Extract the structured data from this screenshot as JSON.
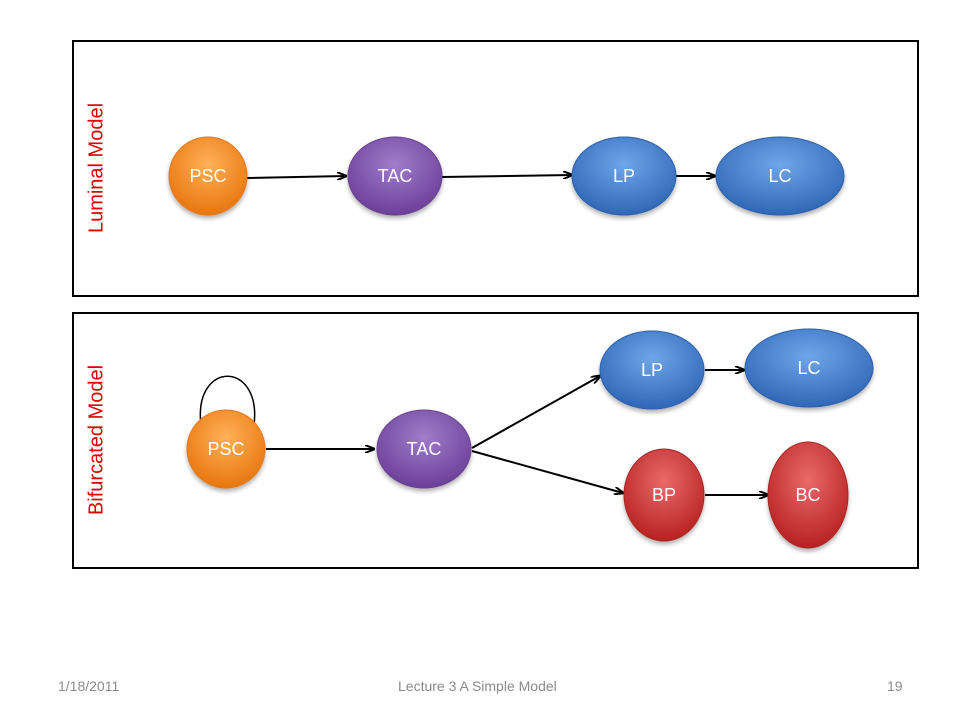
{
  "panels": {
    "top": {
      "label": "Luminal Model"
    },
    "bottom": {
      "label": "Bifurcated Model"
    }
  },
  "nodes": {
    "top_psc": "PSC",
    "top_tac": "TAC",
    "top_lp": "LP",
    "top_lc": "LC",
    "bot_psc": "PSC",
    "bot_tac": "TAC",
    "bot_lp": "LP",
    "bot_lc": "LC",
    "bot_bp": "BP",
    "bot_bc": "BC"
  },
  "colors": {
    "psc": "#f28a1e",
    "tac": "#7f52a8",
    "lp_lc": "#3f7fcf",
    "bp_bc": "#d13b3b",
    "label_accent": "#e00000"
  },
  "footer": {
    "date": "1/18/2011",
    "title": "Lecture 3 A Simple Model",
    "page": "19"
  }
}
